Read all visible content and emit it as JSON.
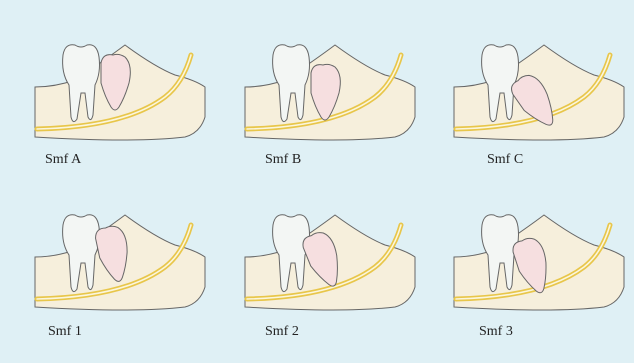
{
  "colors": {
    "background": "#dff0f5",
    "gum": "#f6efdc",
    "outline": "#666666",
    "nerve": "#e8c64a",
    "molar": "#f3f6f4",
    "wisdom_tooth": "#f6dfe0"
  },
  "panels": [
    {
      "label": "Smf A",
      "icon": "wisdom-tooth-class-a"
    },
    {
      "label": "Smf B",
      "icon": "wisdom-tooth-class-b"
    },
    {
      "label": "Smf C",
      "icon": "wisdom-tooth-class-c"
    },
    {
      "label": "Smf 1",
      "icon": "wisdom-tooth-class-1"
    },
    {
      "label": "Smf 2",
      "icon": "wisdom-tooth-class-2"
    },
    {
      "label": "Smf 3",
      "icon": "wisdom-tooth-class-3"
    }
  ]
}
